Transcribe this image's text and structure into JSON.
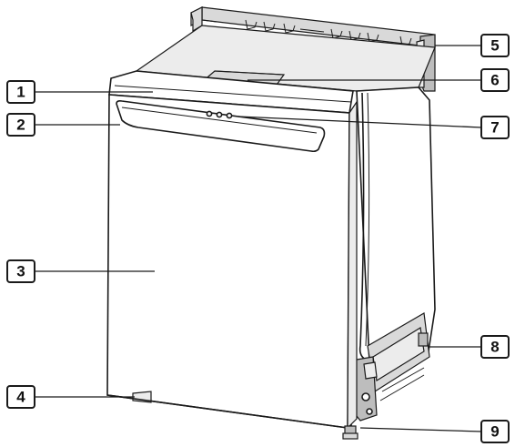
{
  "diagram": {
    "callouts": [
      {
        "label": "1",
        "part": "control-panel-top"
      },
      {
        "label": "2",
        "part": "door-handle"
      },
      {
        "label": "3",
        "part": "door"
      },
      {
        "label": "4",
        "part": "kick-plate"
      },
      {
        "label": "5",
        "part": "mounting-bracket"
      },
      {
        "label": "6",
        "part": "top-cover"
      },
      {
        "label": "7",
        "part": "indicator-lights"
      },
      {
        "label": "8",
        "part": "side-frame"
      },
      {
        "label": "9",
        "part": "leveling-foot"
      }
    ]
  }
}
